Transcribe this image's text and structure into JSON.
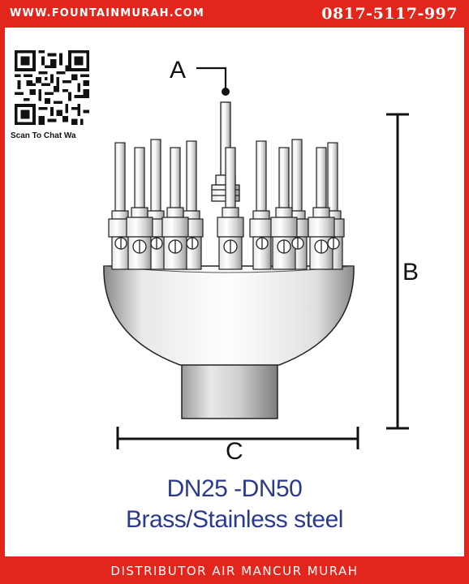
{
  "header": {
    "website": "WWW.FOUNTAINMURAH.COM",
    "phone": "0817-5117-997"
  },
  "qr": {
    "caption": "Scan To Chat Wa"
  },
  "diagram": {
    "label_a": "A",
    "label_b": "B",
    "label_c": "C"
  },
  "spec": {
    "size": "DN25 -DN50",
    "material": "Brass/Stainless steel"
  },
  "footer": {
    "tagline": "DISTRIBUTOR AIR MANCUR MURAH"
  },
  "colors": {
    "brand_red": "#e3261c",
    "spec_blue": "#2b3a8c"
  }
}
